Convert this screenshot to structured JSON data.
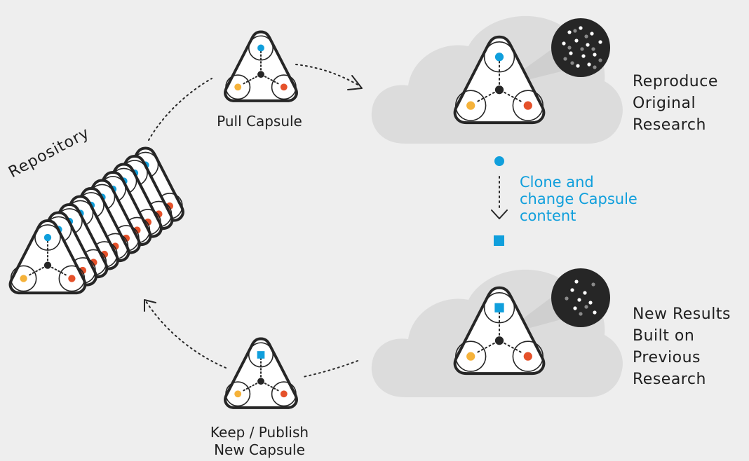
{
  "colors": {
    "background": "#eeeeee",
    "cloud": "#dcdcdc",
    "cloud_shade": "#cfcfcf",
    "dark": "#262626",
    "blue": "#109fdc",
    "yellow": "#f5b23a",
    "red": "#e5512a",
    "label_blue": "#109fdc"
  },
  "icons": {
    "capsule": "capsule-triangle-icon",
    "cloud": "cloud-icon",
    "data_view": "data-scatter-icon",
    "clone_step": "circle-to-square-icon"
  },
  "labels": {
    "repository": "Repository",
    "pull_capsule": "Pull Capsule",
    "reproduce": [
      "Reproduce",
      "Original",
      "Research"
    ],
    "clone_change": [
      "Clone and",
      "change Capsule",
      "content"
    ],
    "new_results": [
      "New Results",
      "Built on",
      "Previous",
      "Research"
    ],
    "keep_publish": [
      "Keep / Publish",
      "New Capsule"
    ]
  }
}
